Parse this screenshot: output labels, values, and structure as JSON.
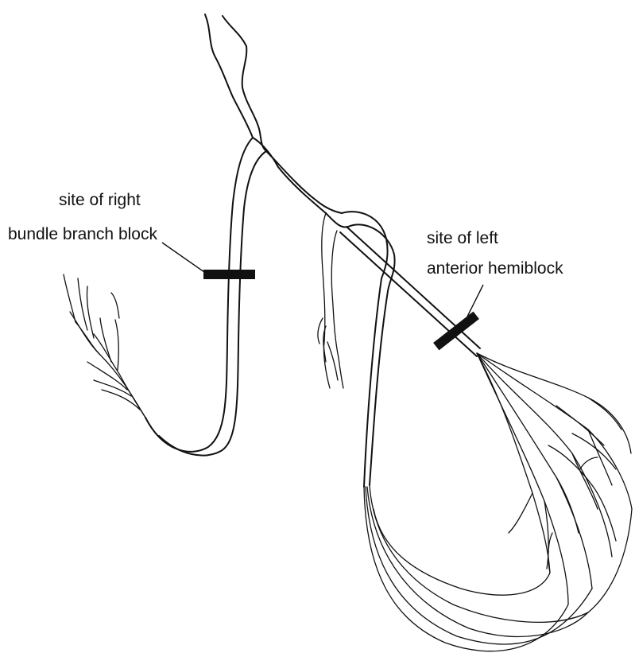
{
  "labels": {
    "rbbb_line1": "site of right",
    "rbbb_line2": "bundle branch block",
    "lah_line1": "site of left",
    "lah_line2": "anterior hemiblock"
  },
  "colors": {
    "ink": "#111111",
    "background": "#ffffff"
  }
}
